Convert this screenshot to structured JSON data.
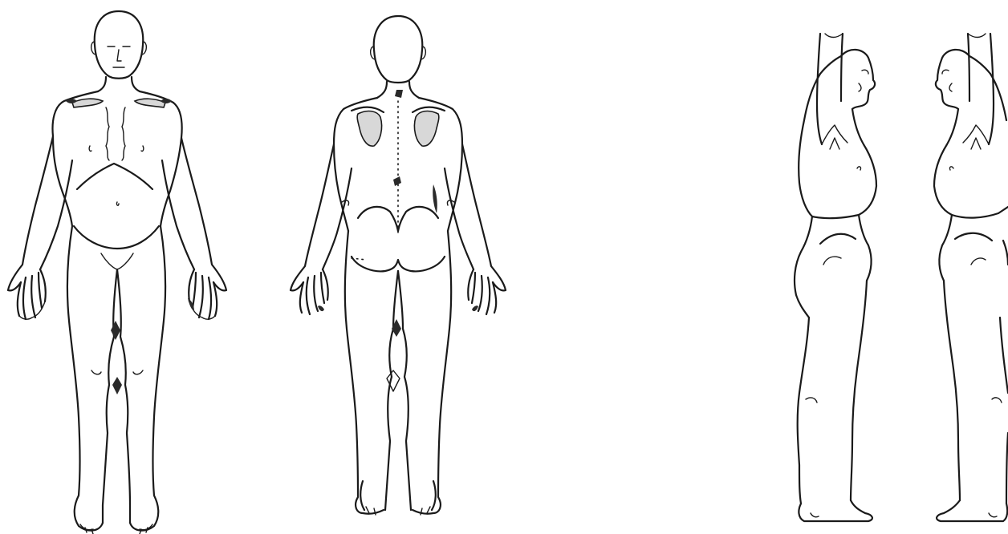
{
  "diagram": {
    "kind": "body-chart",
    "views": [
      {
        "view": "front",
        "icon": "human-figure-front-icon"
      },
      {
        "view": "back",
        "icon": "human-figure-back-icon"
      },
      {
        "view": "side-right",
        "icon": "human-figure-side-right-icon"
      },
      {
        "view": "side-left",
        "icon": "human-figure-side-left-icon"
      }
    ],
    "colors": {
      "background": "#ffffff",
      "ink": "#1a1a1a"
    }
  }
}
